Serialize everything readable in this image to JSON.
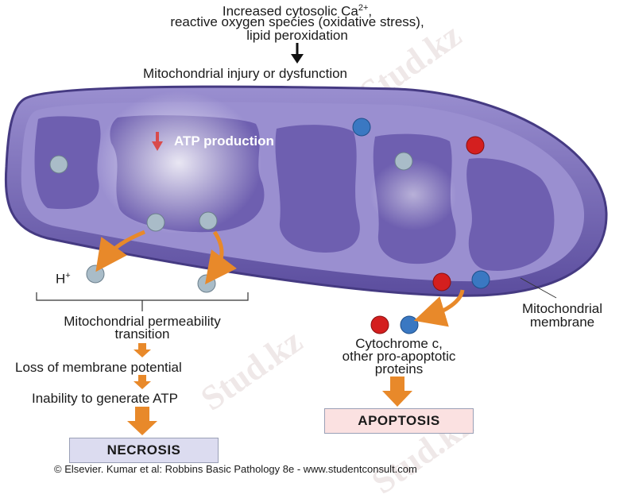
{
  "top_cause": {
    "line1_prefix": "Increased cytosolic Ca",
    "line1_sup": "2+",
    "line1_suffix": ",",
    "line2": "reactive oxygen species (oxidative stress),",
    "line3": "lipid peroxidation"
  },
  "injury_label": "Mitochondrial injury or dysfunction",
  "atp_label": "ATP production",
  "h_plus_label": "H",
  "h_plus_sup": "+",
  "necrosis_path": {
    "step1_line1": "Mitochondrial permeability",
    "step1_line2": "transition",
    "step2": "Loss of membrane potential",
    "step3": "Inability to generate ATP",
    "outcome": "NECROSIS"
  },
  "apoptosis_path": {
    "line1": "Cytochrome c,",
    "line2": "other pro-apoptotic",
    "line3": "proteins",
    "outcome": "APOPTOSIS"
  },
  "membrane_label": {
    "line1": "Mitochondrial",
    "line2": "membrane"
  },
  "watermark_text": "Stud.kz",
  "credit": "© Elsevier. Kumar et al: Robbins Basic Pathology 8e - www.studentconsult.com",
  "colors": {
    "mito_outer": "#5b4d9e",
    "mito_inner": "#8a7fc6",
    "matrix": "#6e5fb0",
    "arrow_orange": "#e8892a",
    "ball_gray": "#a9bcc8",
    "ball_red": "#d41f1f",
    "ball_blue": "#3a78c2",
    "necrosis_box": "#dcdcf0",
    "apoptosis_box": "#fbe1e1"
  }
}
